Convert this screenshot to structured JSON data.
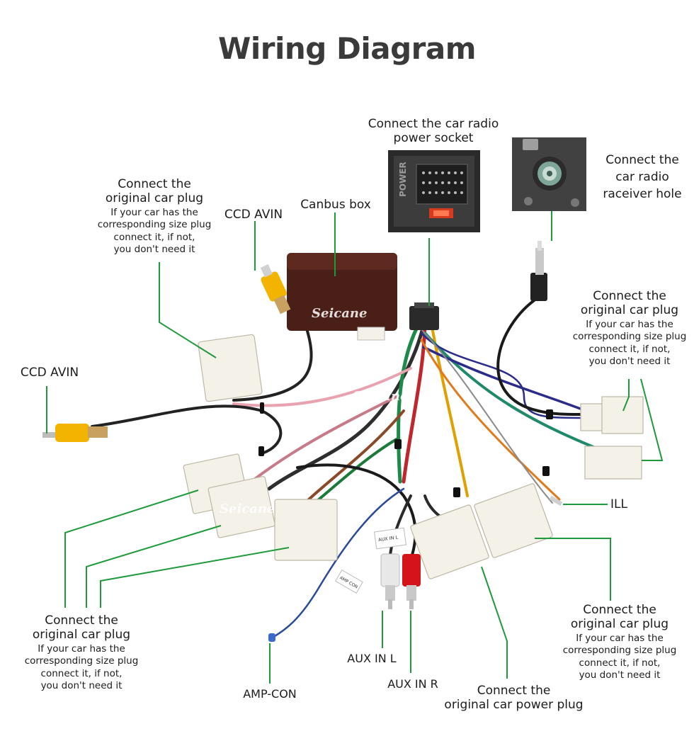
{
  "title": "Wiring Diagram",
  "watermark": "Seicane",
  "labels": {
    "radio_power": "Connect the car radio\npower socket",
    "radio_hole": "Connect the\ncar radio\nraceiver hole",
    "canbus": "Canbus box",
    "ccd_avin_top": "CCD AVIN",
    "ccd_avin_left": "CCD AVIN",
    "ill": "ILL",
    "aux_l": "AUX IN L",
    "aux_r": "AUX IN R",
    "amp_con": "AMP-CON",
    "power_plug": "Connect the\noriginal car power plug",
    "plug_heading": "Connect the\noriginal car plug",
    "plug_note": "If your car has the\ncorresponding size plug\nconnect it, if not,\nyou don't need it"
  },
  "sticker_text": {
    "aux": "AUX IN L",
    "amp": "AMP CON",
    "pwr": "POWER"
  },
  "colors": {
    "leader": "#1e9a3a",
    "title": "#3a3a3a",
    "box": "#4a1f17",
    "connector": "#f4f1e8",
    "rca_yellow": "#f2b400",
    "rca_red": "#d4141a",
    "rca_white": "#e8e8e8"
  }
}
